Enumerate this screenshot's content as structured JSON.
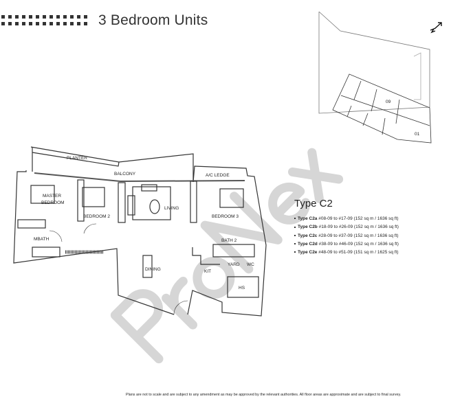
{
  "header": {
    "title": "3 Bedroom Units"
  },
  "key_plan": {
    "unit_labels": [
      "09",
      "01"
    ],
    "north_icon": "north-arrow-icon"
  },
  "floor_plan": {
    "rooms": {
      "planter": "PLANTER",
      "balcony": "BALCONY",
      "ac_ledge": "A/C LEDGE",
      "master_bedroom_1": "MASTER",
      "master_bedroom_2": "BEDROOM",
      "bedroom2": "BEDROOM 2",
      "living": "LIVING",
      "bedroom3": "BEDROOM 3",
      "mbath": "MBATH",
      "bath2": "BATH 2",
      "dining": "DINING",
      "kit": "KIT",
      "yard": "YARD",
      "wc": "WC",
      "hs": "HS"
    }
  },
  "unit_type": {
    "title": "Type C2",
    "items": [
      {
        "name": "Type C2a",
        "detail": "#08-09 to #17-09 (152 sq m / 1636 sq ft)"
      },
      {
        "name": "Type C2b",
        "detail": "#18-09 to #26-09 (152 sq m / 1636 sq ft)"
      },
      {
        "name": "Type C2c",
        "detail": "#28-09 to #37-09 (152 sq m / 1636 sq ft)"
      },
      {
        "name": "Type C2d",
        "detail": "#38-09 to #46-09 (152 sq m / 1636 sq ft)"
      },
      {
        "name": "Type C2e",
        "detail": "#48-09 to #51-09 (151 sq m / 1625 sq ft)"
      }
    ]
  },
  "disclaimer": "Plans are not to scale and are subject to any amendment as may be approved by the relevant authorities. All floor areas are approximate and are subject to final survey.",
  "watermark": {
    "logo_text": "ProNex",
    "color": "#cfcfcf"
  }
}
